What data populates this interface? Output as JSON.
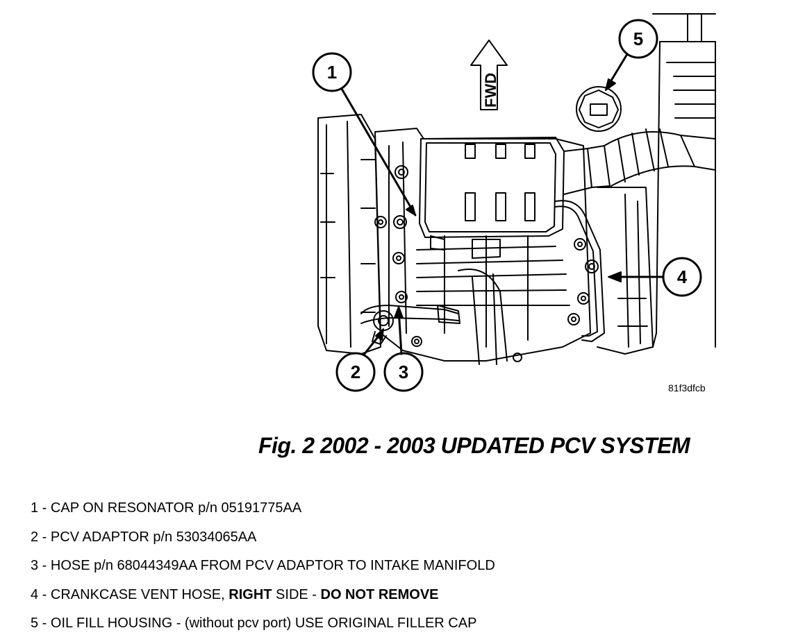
{
  "figure": {
    "code": "81f3dfcb",
    "caption": "Fig. 2 2002 - 2003 UPDATED PCV SYSTEM",
    "fwd_label": "FWD"
  },
  "callouts": [
    {
      "num": "1"
    },
    {
      "num": "2"
    },
    {
      "num": "3"
    },
    {
      "num": "4"
    },
    {
      "num": "5"
    }
  ],
  "legend": [
    {
      "prefix": "1 - ",
      "text": "CAP ON RESONATOR p/n 05191775AA"
    },
    {
      "prefix": "2 - ",
      "text": "PCV ADAPTOR p/n 53034065AA"
    },
    {
      "prefix": "3 - ",
      "text": "HOSE p/n 68044349AA FROM PCV ADAPTOR TO INTAKE MANIFOLD"
    },
    {
      "prefix": "4 - ",
      "text": "CRANKCASE VENT HOSE, ",
      "bold1": "RIGHT",
      "mid": " SIDE - ",
      "bold2": "DO NOT REMOVE"
    },
    {
      "prefix": "5 - ",
      "text": "OIL FILL HOUSING - (without pcv port) USE ORIGINAL FILLER CAP"
    }
  ]
}
